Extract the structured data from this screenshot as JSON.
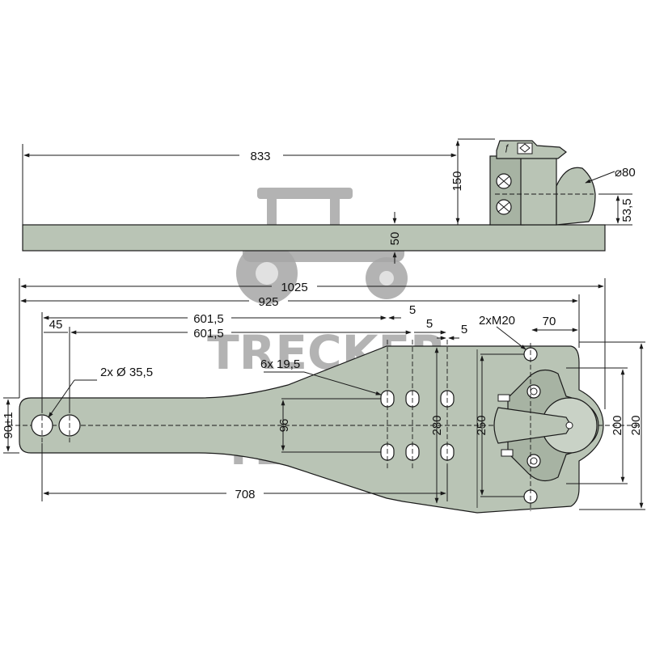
{
  "colors": {
    "part_fill": "#b9c4b5",
    "line": "#1a1a1a",
    "watermark": "#a6a6a6"
  },
  "watermark": {
    "line1": "TRECKER",
    "line2": "TEILE24",
    "icon": "tractor-icon"
  },
  "side_view": {
    "length": "833",
    "height": "150",
    "thickness": "50",
    "ball_diameter": "⌀80",
    "ball_height": "53,5"
  },
  "top_view": {
    "overall_length": "1025",
    "length_925": "925",
    "length_601_top": "601,5",
    "length_601_bottom": "601,5",
    "offset_45": "45",
    "gap_5_a": "5",
    "gap_5_b": "5",
    "gap_5_c": "5",
    "slots_label": "6x 19,5",
    "bolt_label": "2xM20",
    "offset_70": "70",
    "holes_label": "2x Ø 35,5",
    "tongue_width": "90±1",
    "slot_spacing": "96",
    "slot_span": "280",
    "bolt_spacing": "250",
    "plate_inner": "200",
    "plate_width": "290",
    "length_708": "708"
  }
}
